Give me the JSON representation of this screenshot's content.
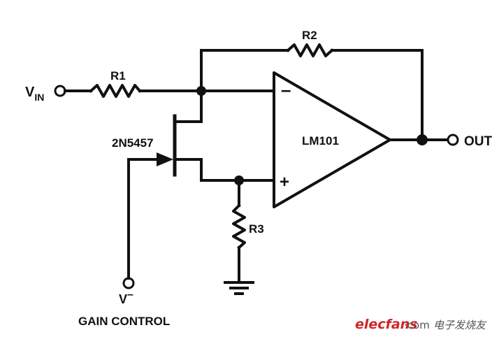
{
  "labels": {
    "vin_main": "V",
    "vin_sub": "IN",
    "r1": "R1",
    "r2": "R2",
    "r3": "R3",
    "opamp": "LM101",
    "jfet": "2N5457",
    "out": "OUT",
    "vminus_main": "V",
    "vminus_sup": "–",
    "gain_control": "GAIN CONTROL",
    "minus_sign": "–",
    "plus_sign": "+"
  },
  "watermark": {
    "site": "elecfans",
    "dot_com": "·com",
    "chinese": "电子发烧友"
  },
  "colors": {
    "ink": "#111111",
    "watermark_red": "#d2232a",
    "watermark_gray": "#555555"
  }
}
